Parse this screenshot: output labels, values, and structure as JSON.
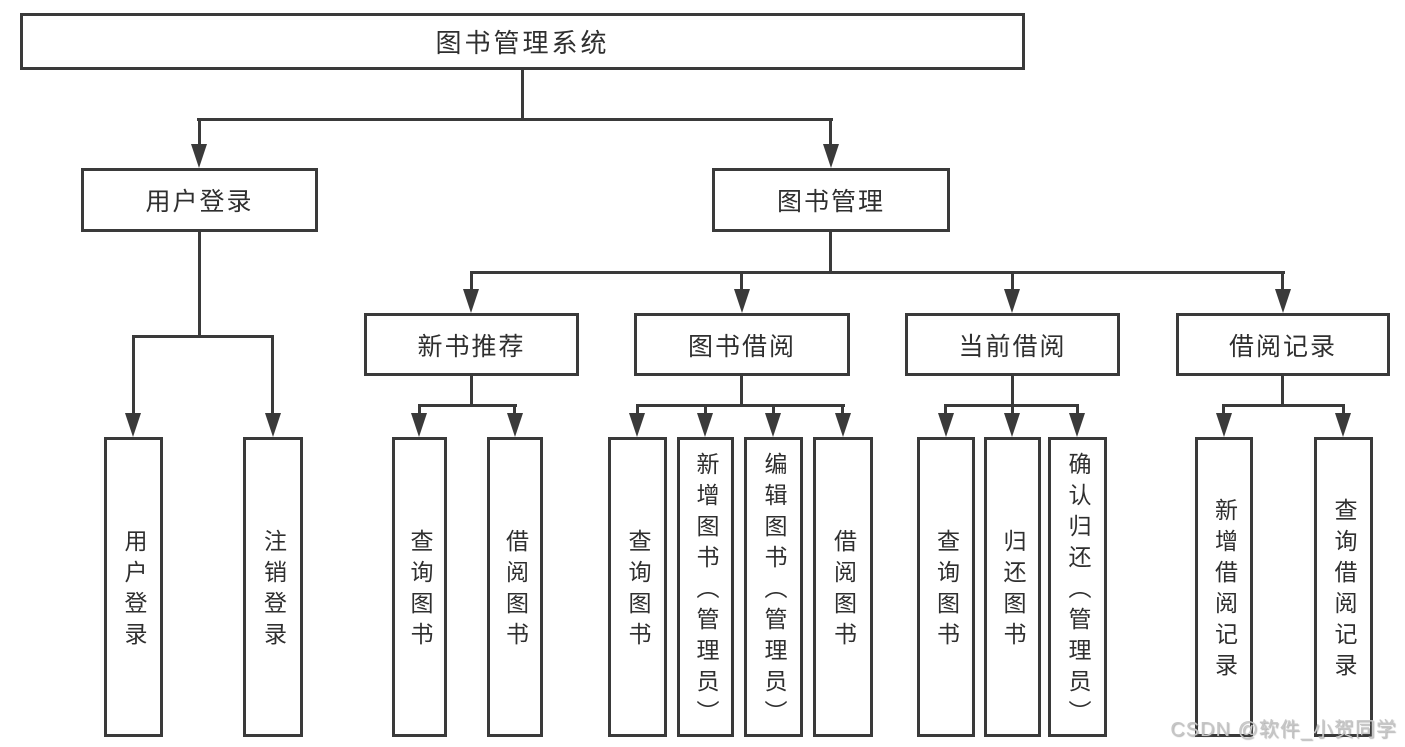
{
  "tree": {
    "root": {
      "label": "图书管理系统"
    },
    "level1": [
      {
        "label": "用户登录",
        "children": [
          "用户登录",
          "注销登录"
        ]
      },
      {
        "label": "图书管理"
      }
    ],
    "level2": [
      {
        "label": "新书推荐",
        "children": [
          "查询图书",
          "借阅图书"
        ]
      },
      {
        "label": "图书借阅",
        "children": [
          "查询图书",
          "新增图书（管理员）",
          "编辑图书（管理员）",
          "借阅图书"
        ]
      },
      {
        "label": "当前借阅",
        "children": [
          "查询图书",
          "归还图书",
          "确认归还（管理员）"
        ]
      },
      {
        "label": "借阅记录",
        "children": [
          "新增借阅记录",
          "查询借阅记录"
        ]
      }
    ]
  },
  "watermark": {
    "text": "CSDN @软件_小贺同学"
  },
  "colors": {
    "line": "#3a3a3a",
    "text": "#2f2f2f",
    "watermark": "#c6c6c6",
    "background": "#ffffff"
  }
}
